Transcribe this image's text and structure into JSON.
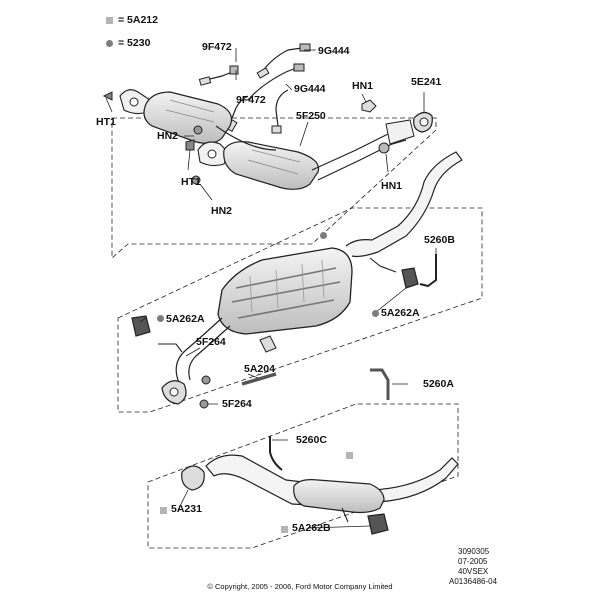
{
  "legend": [
    {
      "symbol": "square",
      "text": "= 5A212"
    },
    {
      "symbol": "dot",
      "text": "= 5230"
    }
  ],
  "callouts": {
    "9F472_a": "9F472",
    "9G444_a": "9G444",
    "9G444_b": "9G444",
    "9F472_b": "9F472",
    "HN1_a": "HN1",
    "5E241": "5E241",
    "HT1_a": "HT1",
    "HN2_a": "HN2",
    "5F250": "5F250",
    "HT1_b": "HT1",
    "HN1_b": "HN1",
    "HN2_b": "HN2",
    "5260B": "5260B",
    "5A262A_a": "5A262A",
    "5A262A_b": "5A262A",
    "5F264_a": "5F264",
    "5A204": "5A204",
    "5260A": "5260A",
    "5F264_b": "5F264",
    "5260C": "5260C",
    "5A231": "5A231",
    "5A262B": "5A262B"
  },
  "drawing_ref": [
    "3090305",
    "07-2005",
    "40VSEX",
    "A0136486-04"
  ],
  "copyright": "© Copyright, 2005 - 2006, Ford Motor Company Limited",
  "colors": {
    "line": "#222222",
    "fill": "#e6e6e6",
    "dark": "#9a9a9a",
    "square_marker": "#b4b4b4",
    "dot_marker": "#7c7c7c"
  }
}
